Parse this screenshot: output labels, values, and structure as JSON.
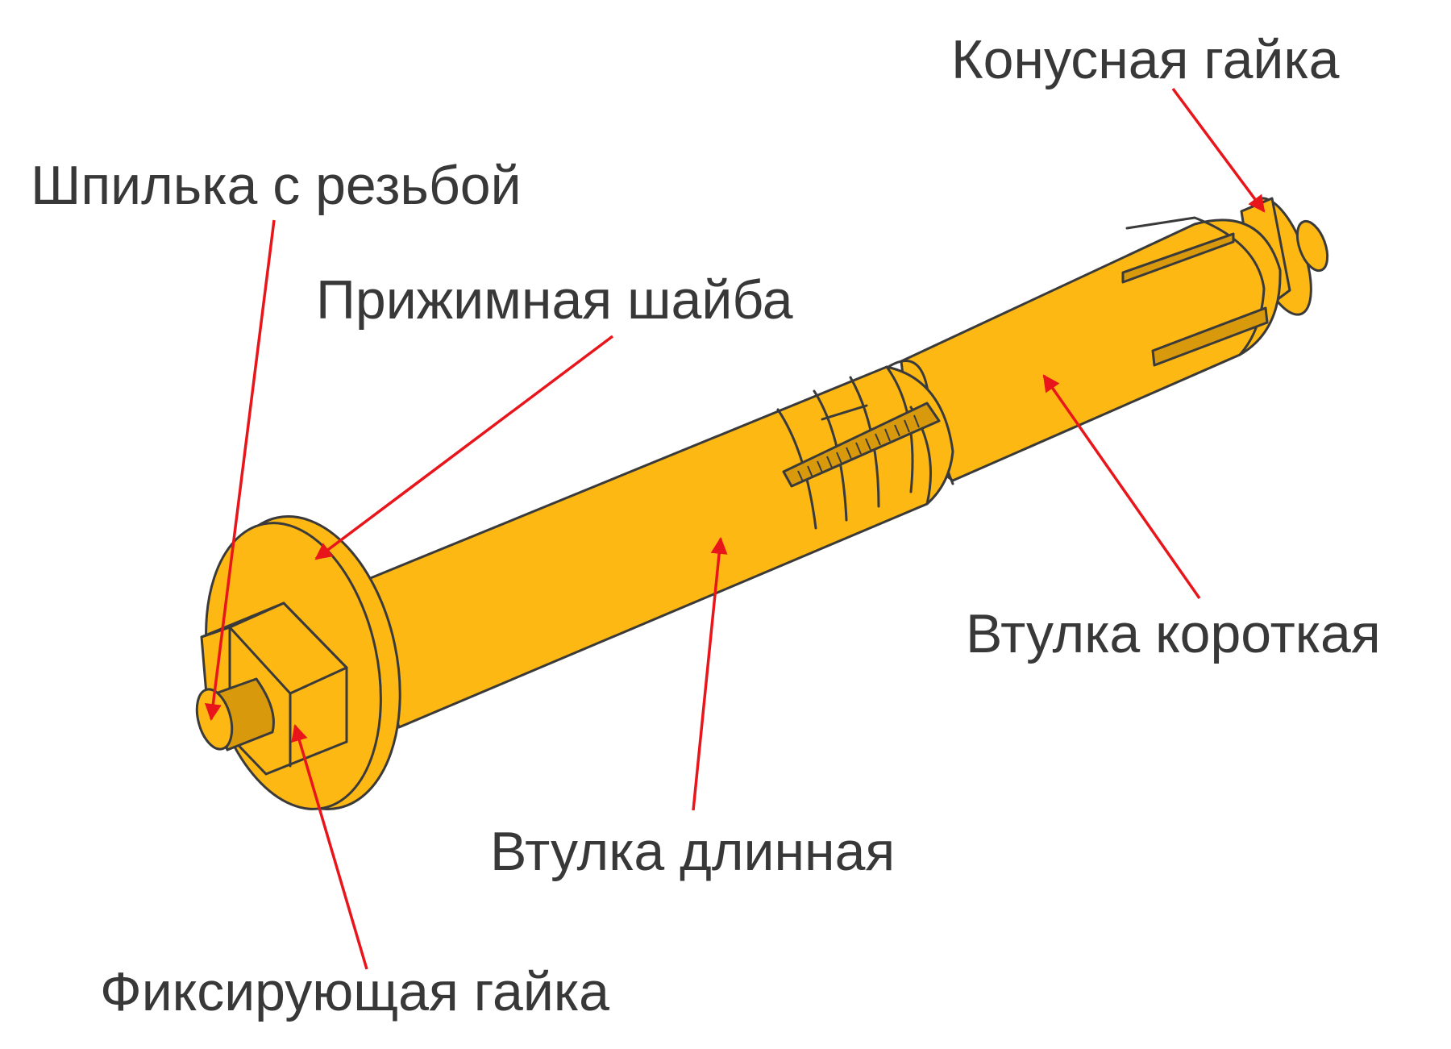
{
  "labels": {
    "threaded_rod": "Шпилька с резьбой",
    "cone_nut": "Конусная гайка",
    "pressure_washer": "Прижимная шайба",
    "short_sleeve": "Втулка короткая",
    "long_sleeve": "Втулка длинная",
    "fixing_nut": "Фиксирующая гайка"
  },
  "colors": {
    "body": "#FDB813",
    "shade": "#D89A0C",
    "outline": "#3a3a3a",
    "arrow": "#E8161B",
    "text": "#383838"
  }
}
